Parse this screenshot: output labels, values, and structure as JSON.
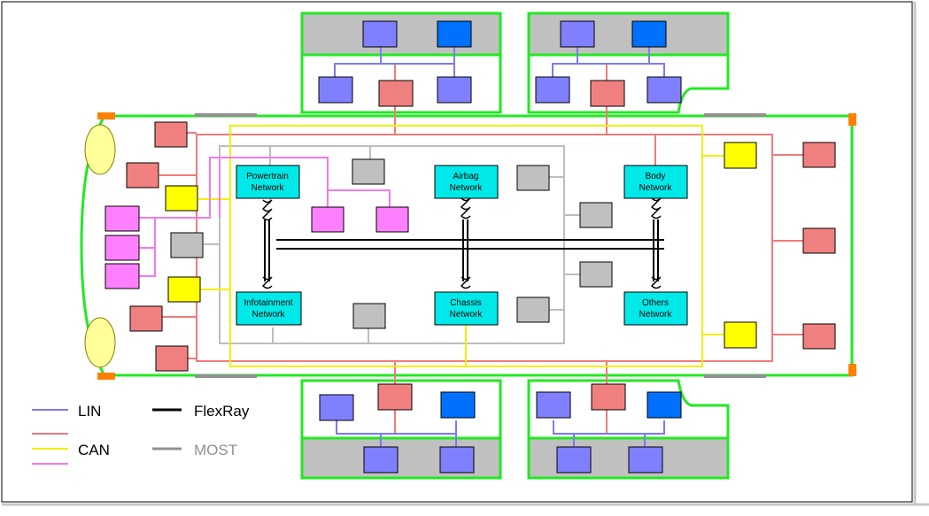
{
  "networks": {
    "powertrain": [
      "Powertrain",
      "Network"
    ],
    "airbag": [
      "Airbag",
      "Network"
    ],
    "body": [
      "Body",
      "Network"
    ],
    "infotainment": [
      "Infotainment",
      "Network"
    ],
    "chassis": [
      "Chassis",
      "Network"
    ],
    "others": [
      "Others",
      "Network"
    ]
  },
  "legend": {
    "lin": "LIN",
    "can": "CAN",
    "flexray": "FlexRay",
    "most": "MOST"
  },
  "colors": {
    "lin": "#7b7bef",
    "can": "#ef7b7b",
    "can_yellow": "#f0f000",
    "can_pink": "#f07bf0",
    "most": "#bdbdbd",
    "flexray": "#000000",
    "network_box": "#00e8e8",
    "body_outline": "#22e822",
    "zone_fill": "#c0c0c0",
    "node_blue": "#8080ff",
    "node_darkblue": "#0070ff",
    "node_red": "#f08080",
    "node_yellow": "#ffff00",
    "node_pink": "#ff80ff",
    "node_gray": "#c0c0c0",
    "headlight": "#ffff99",
    "corner": "#ff8000"
  }
}
